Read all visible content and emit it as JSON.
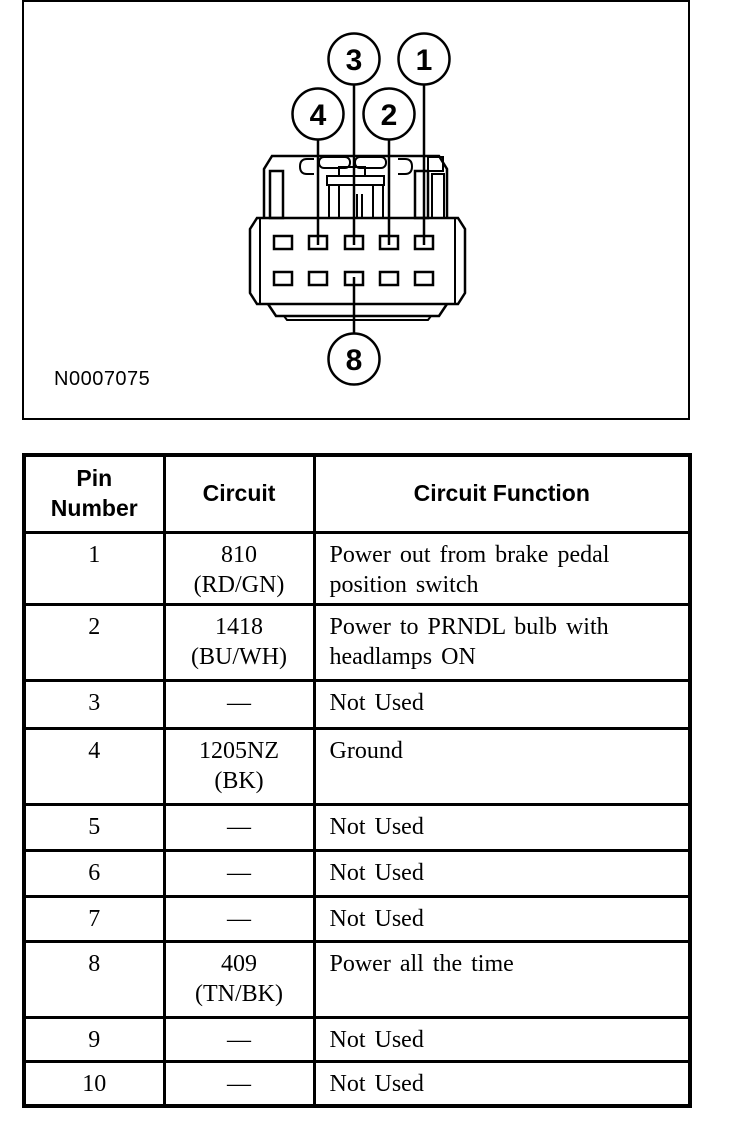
{
  "figure": {
    "image_id": "N0007075",
    "callouts": [
      {
        "label": "3"
      },
      {
        "label": "1"
      },
      {
        "label": "4"
      },
      {
        "label": "2"
      },
      {
        "label": "8"
      }
    ]
  },
  "table": {
    "headers": [
      "Pin\nNumber",
      "Circuit",
      "Circuit Function"
    ],
    "rows": [
      {
        "pin": "1",
        "circuit": "810\n(RD/GN)",
        "function": "Power out from brake pedal\nposition switch"
      },
      {
        "pin": "2",
        "circuit": "1418\n(BU/WH)",
        "function": "Power to PRNDL bulb with\nheadlamps ON"
      },
      {
        "pin": "3",
        "circuit": "—",
        "function": "Not Used"
      },
      {
        "pin": "4",
        "circuit": "1205NZ\n(BK)",
        "function": "Ground"
      },
      {
        "pin": "5",
        "circuit": "—",
        "function": "Not Used"
      },
      {
        "pin": "6",
        "circuit": "—",
        "function": "Not Used"
      },
      {
        "pin": "7",
        "circuit": "—",
        "function": "Not Used"
      },
      {
        "pin": "8",
        "circuit": "409\n(TN/BK)",
        "function": "Power all the time"
      },
      {
        "pin": "9",
        "circuit": "—",
        "function": "Not Used"
      },
      {
        "pin": "10",
        "circuit": "—",
        "function": "Not Used"
      }
    ]
  },
  "colors": {
    "ink": "#000000",
    "paper": "#ffffff"
  }
}
